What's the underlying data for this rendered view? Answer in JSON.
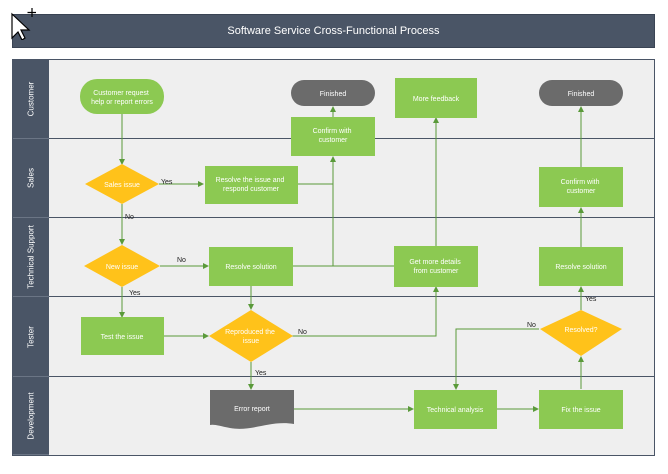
{
  "title": "Software Service Cross-Functional Process",
  "lanes": [
    {
      "label": "Customer"
    },
    {
      "label": "Sales"
    },
    {
      "label": "Technical Support"
    },
    {
      "label": "Tester"
    },
    {
      "label": "Development"
    }
  ],
  "nodes": {
    "customer_request": [
      "Customer request",
      "help or report errors"
    ],
    "finished_1": [
      "Finished"
    ],
    "more_feedback": [
      "More feedback"
    ],
    "finished_2": [
      "Finished"
    ],
    "confirm_1": [
      "Confirm with",
      "customer"
    ],
    "sales_issue": [
      "Sales issue"
    ],
    "resolve_respond": [
      "Resolve the issue and",
      "respond customer"
    ],
    "confirm_2": [
      "Confirm with",
      "customer"
    ],
    "new_issue": [
      "New issue"
    ],
    "resolve_solution_1": [
      "Resolve solution"
    ],
    "get_more_details": [
      "Get more details",
      "from customer"
    ],
    "resolve_solution_2": [
      "Resolve solution"
    ],
    "test_issue": [
      "Test the issue"
    ],
    "reproduced": [
      "Reproduced the",
      "issue"
    ],
    "resolved": [
      "Resolved?"
    ],
    "error_report": [
      "Error report"
    ],
    "technical_analysis": [
      "Technical analysis"
    ],
    "fix_issue": [
      "Fix the issue"
    ]
  },
  "edge_labels": {
    "sales_yes": "Yes",
    "sales_no": "No",
    "new_issue_no": "No",
    "new_issue_yes": "Yes",
    "reproduced_no": "No",
    "reproduced_yes": "Yes",
    "resolved_no": "No",
    "resolved_yes": "Yes"
  },
  "colors": {
    "header": "#4a5566",
    "lane_bg": "#efefef",
    "process": "#8cc952",
    "decision": "#ffc21a",
    "terminal": "#6b6b6b",
    "connector": "#5a9a3a"
  }
}
